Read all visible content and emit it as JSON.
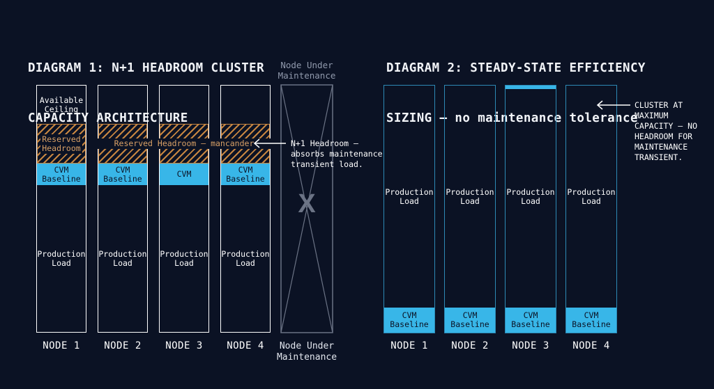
{
  "diagram1": {
    "title_line1": "DIAGRAM 1: N+1 HEADROOM CLUSTER",
    "title_line2": "CAPACITY ARCHITECTURE",
    "available_ceiling": "Available\nCeiling",
    "reserved_headroom": "Reserved\nHeadroom",
    "reserved_headroom_line": "Reserved Headroom – mancander",
    "cvm_baseline": "CVM\nBaseline",
    "cvm_short": "CVM",
    "production_load": "Production\nLoad",
    "nodes": [
      "NODE 1",
      "NODE 2",
      "NODE 3",
      "NODE 4"
    ],
    "maintenance_top": "Node Under\nMaintenance",
    "maintenance_bottom": "Node Under\nMaintenance",
    "x_mark": "X",
    "annotation": "N+1 Headroom –\nabsorbs maintenance\ntransient load."
  },
  "diagram2": {
    "title_line1": "DIAGRAM 2: STEADY-STATE EFFICIENCY",
    "title_line2": "SIZING – no maintenance tolerance",
    "production_load": "Production\nLoad",
    "cvm_baseline": "CVM\nBaseline",
    "nodes": [
      "NODE 1",
      "NODE 2",
      "NODE 3",
      "NODE 4"
    ],
    "annotation": "CLUSTER AT\nMAXIMUM\nCAPACITY – NO\nHEADROOM FOR\nMAINTENANCE\nTRANSIENT."
  },
  "colors": {
    "background": "#0b1224",
    "cvm": "#38b6e8",
    "reserved": "#c78641",
    "diagram2_border": "#2d8ab6",
    "maintenance": "#6b7385"
  }
}
